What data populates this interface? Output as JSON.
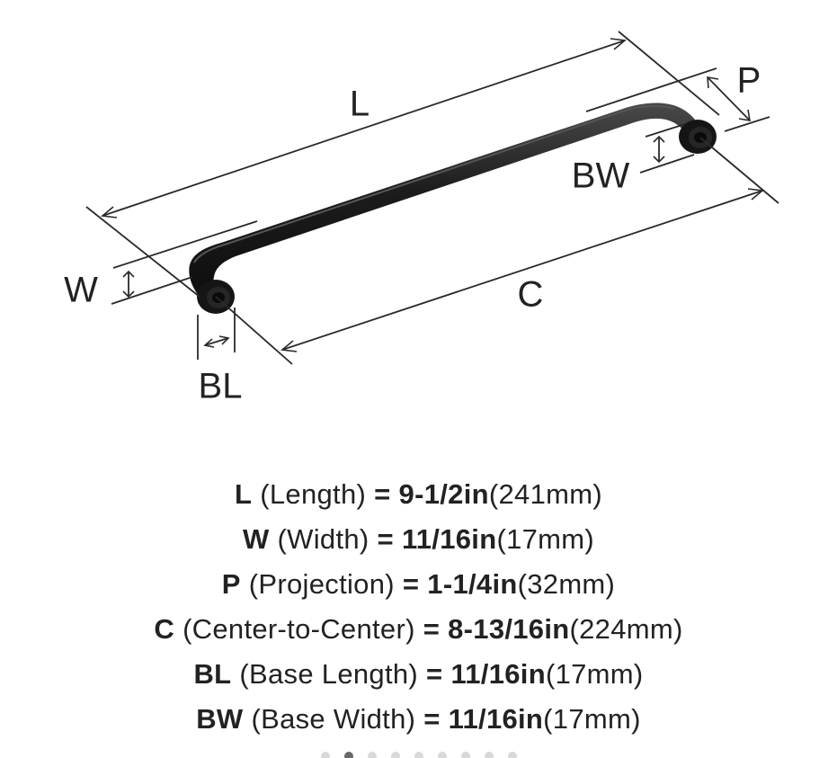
{
  "diagram": {
    "labels": {
      "L": "L",
      "P": "P",
      "BW": "BW",
      "W": "W",
      "C": "C",
      "BL": "BL"
    }
  },
  "specs": [
    {
      "code": "L",
      "name": "(Length)",
      "eq": "=",
      "imperial": "9-1/2in",
      "metric": "(241mm)"
    },
    {
      "code": "W",
      "name": "(Width)",
      "eq": "=",
      "imperial": "11/16in",
      "metric": "(17mm)"
    },
    {
      "code": "P",
      "name": "(Projection)",
      "eq": "=",
      "imperial": "1-1/4in",
      "metric": "(32mm)"
    },
    {
      "code": "C",
      "name": "(Center-to-Center)",
      "eq": "=",
      "imperial": "8-13/16in",
      "metric": "(224mm)"
    },
    {
      "code": "BL",
      "name": "(Base Length)",
      "eq": "=",
      "imperial": "11/16in",
      "metric": "(17mm)"
    },
    {
      "code": "BW",
      "name": "(Base Width)",
      "eq": "=",
      "imperial": "11/16in",
      "metric": "(17mm)"
    }
  ],
  "pager": {
    "count": 9,
    "active_index": 1
  },
  "colors": {
    "handle": "#1c1c1c",
    "handle_highlight": "#4a4a4a",
    "dimension_lines": "#2a2a2a",
    "text": "#222222",
    "pager_dot": "#d9d9d9",
    "pager_dot_active": "#6a6a6a"
  }
}
